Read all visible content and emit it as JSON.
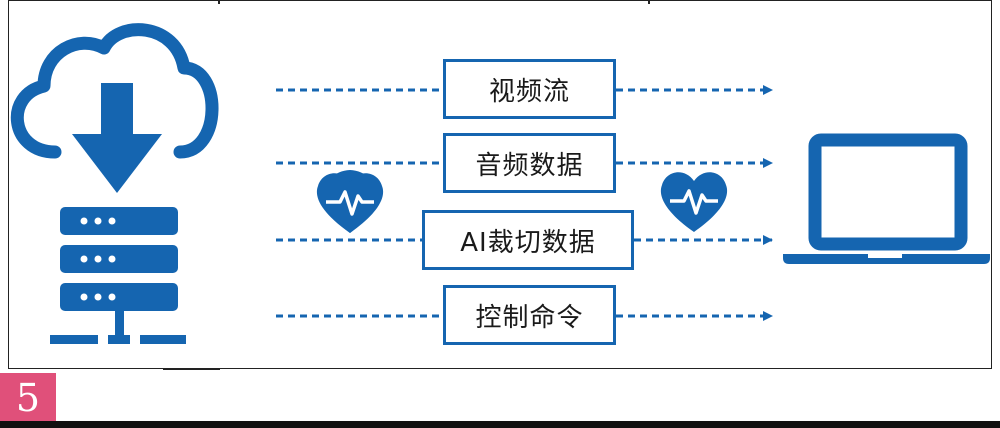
{
  "colors": {
    "primary": "#1565b0",
    "badge": "#e0507a"
  },
  "flows": [
    {
      "label": "视频流"
    },
    {
      "label": "音频数据"
    },
    {
      "label": "AI裁切数据"
    },
    {
      "label": "控制命令"
    }
  ],
  "icons": {
    "source": "cloud-download-server-icon",
    "heartbeat": "heartbeat-icon",
    "destination": "laptop-icon"
  },
  "page_number": "5"
}
